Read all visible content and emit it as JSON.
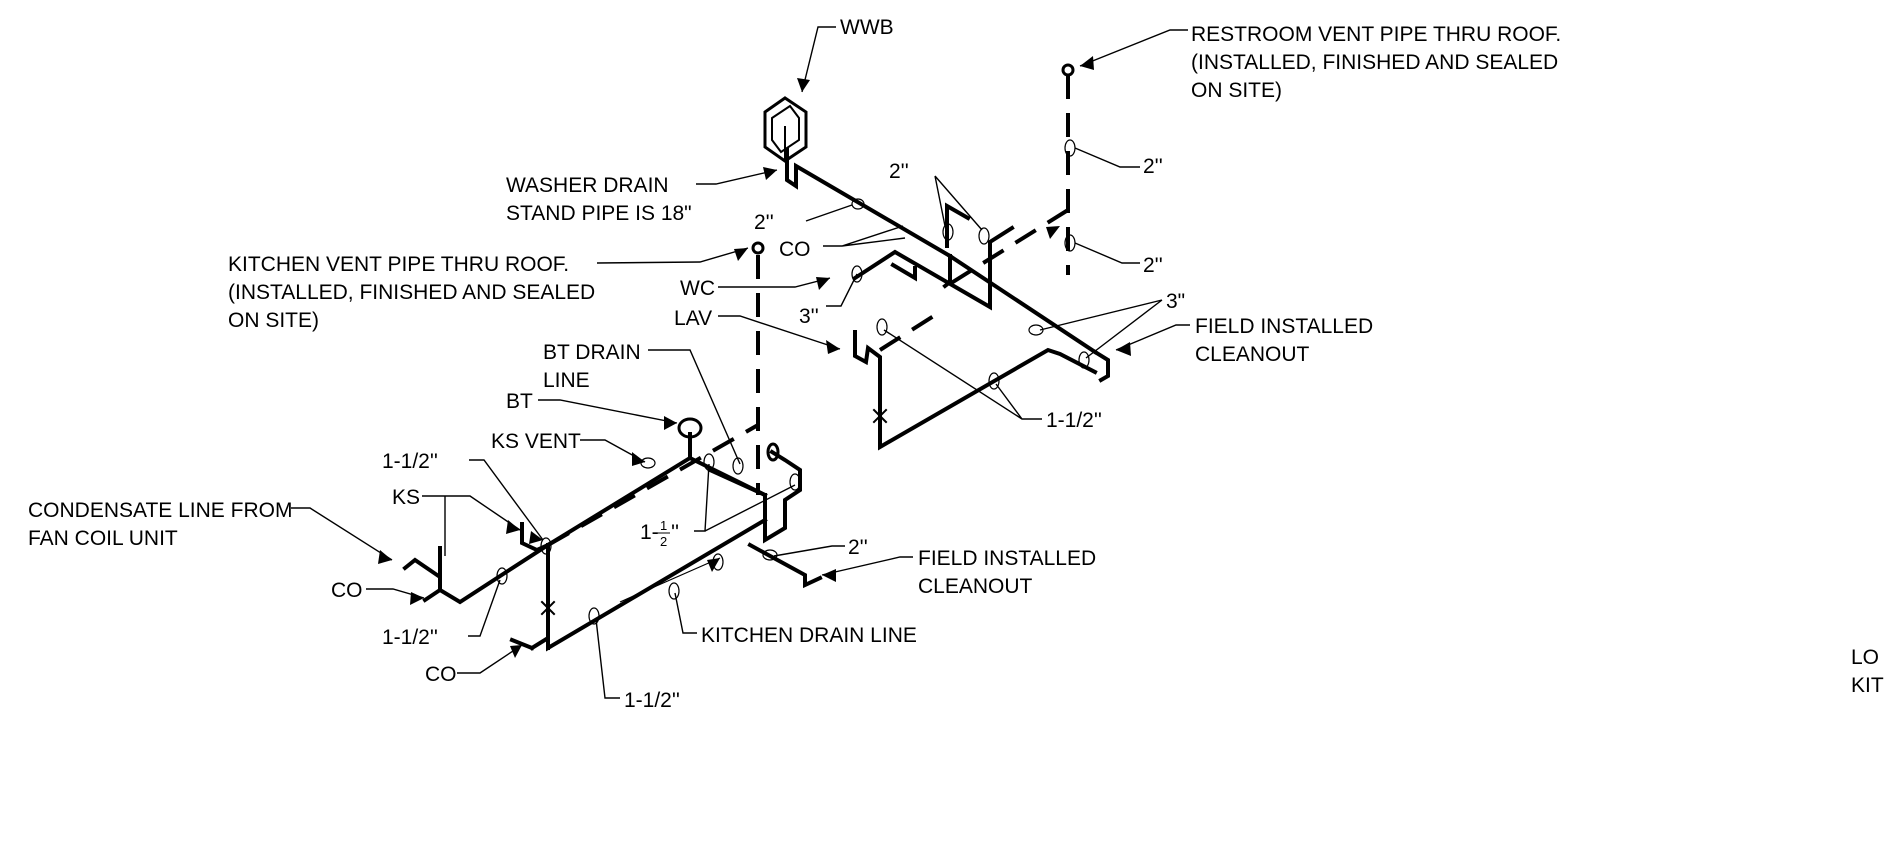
{
  "labels": {
    "wwb": "WWB",
    "restroom_vent_1": "RESTROOM VENT PIPE THRU ROOF.",
    "restroom_vent_2": "(INSTALLED, FINISHED AND SEALED",
    "restroom_vent_3": "ON SITE)",
    "size_2in_vent_upper": "2''",
    "size_2in_vent_lower": "2''",
    "size_2in_pair": "2''",
    "washer_drain_1": "WASHER DRAIN",
    "washer_drain_2": "STAND PIPE IS 18\"",
    "size_2in_washer": "2''",
    "co_upper": "CO",
    "kitchen_vent_1": "KITCHEN VENT PIPE THRU ROOF.",
    "kitchen_vent_2": "(INSTALLED, FINISHED AND SEALED",
    "kitchen_vent_3": "ON SITE)",
    "wc": "WC",
    "size_3in_wc": "3''",
    "lav": "LAV",
    "size_3in_right": "3\"",
    "field_cleanout_upper_1": "FIELD INSTALLED",
    "field_cleanout_upper_2": "CLEANOUT",
    "size_1_5_upper": "1-1/2''",
    "bt_drain_1": "BT DRAIN",
    "bt_drain_2": "LINE",
    "bt": "BT",
    "ks_vent": "KS VENT",
    "size_1_5_ks_top": "1-1/2''",
    "ks": "KS",
    "condensate_1": "CONDENSATE LINE FROM",
    "condensate_2": "FAN COIL UNIT",
    "co_left": "CO",
    "size_1_5_ks_bottom": "1-1/2''",
    "co_bottom": "CO",
    "size_1_half_whole": "1-",
    "size_1_half_num": "1",
    "size_1_half_den": "2",
    "size_1_half_mark": "''",
    "size_2in_lower": "2''",
    "field_cleanout_lower_1": "FIELD INSTALLED",
    "field_cleanout_lower_2": "CLEANOUT",
    "kitchen_drain": "KITCHEN DRAIN LINE",
    "size_1_5_bottom": "1-1/2''",
    "clipped_lo": "LO",
    "clipped_kit": "KIT"
  }
}
